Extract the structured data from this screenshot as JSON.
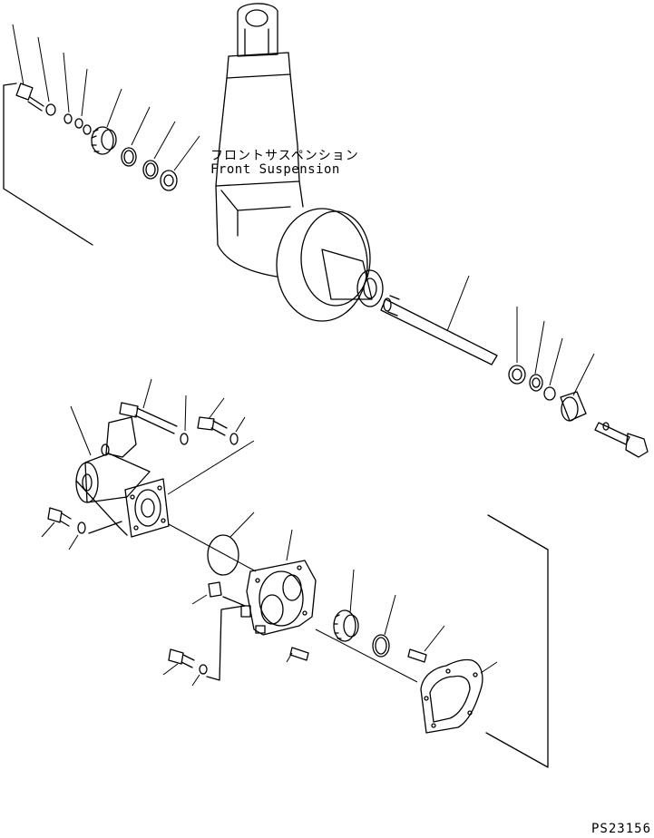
{
  "labels": {
    "front_suspension_jp": "フロントサスペンション",
    "front_suspension_en": "Front Suspension"
  },
  "drawing_code": "PS23156",
  "colors": {
    "line": "#000000",
    "background": "#ffffff"
  }
}
